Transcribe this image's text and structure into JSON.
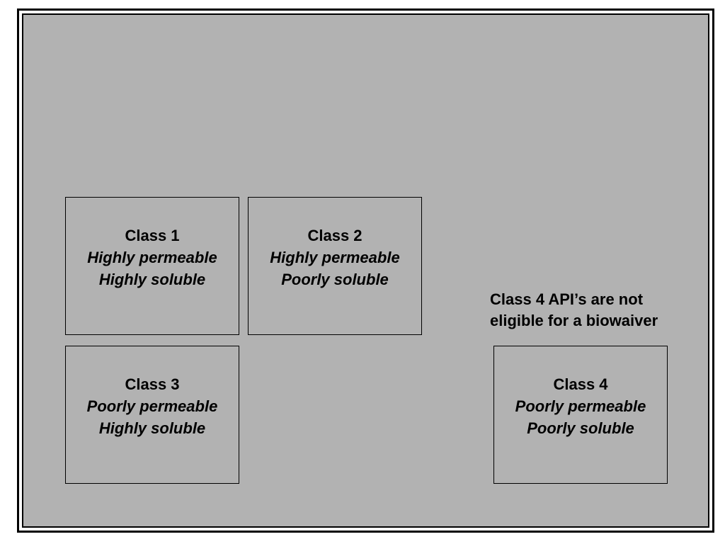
{
  "colors": {
    "background": "#b2b2b2",
    "border": "#000000",
    "text": "#000000"
  },
  "classes": [
    {
      "title": "Class 1",
      "permeability": "Highly permeable",
      "solubility": "Highly soluble"
    },
    {
      "title": "Class 2",
      "permeability": "Highly permeable",
      "solubility": "Poorly soluble"
    },
    {
      "title": "Class 3",
      "permeability": "Poorly permeable",
      "solubility": "Highly soluble"
    },
    {
      "title": "Class 4",
      "permeability": "Poorly permeable",
      "solubility": "Poorly soluble"
    }
  ],
  "note": {
    "line1": "Class 4 API’s are not",
    "line2": "eligible for a biowaiver"
  }
}
